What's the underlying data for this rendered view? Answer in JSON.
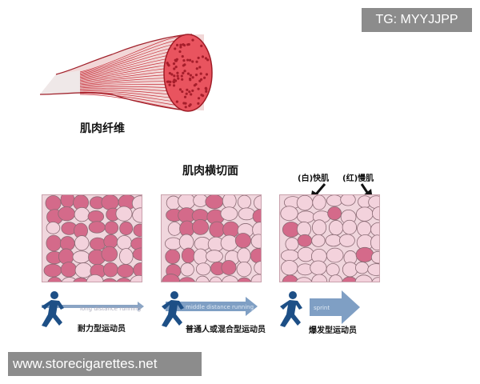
{
  "watermarks": {
    "top": "TG: MYYJJPP",
    "bottom": "www.storecigarettes.net"
  },
  "fiber": {
    "title": "肌肉纤维"
  },
  "cross_section": {
    "title": "肌肉横切面",
    "fast_label": "(白)快肌",
    "slow_label": "(红)慢肌"
  },
  "panels": [
    {
      "athlete": "耐力型运动员",
      "arrow_label": "long distance running",
      "slow_fraction": 0.7
    },
    {
      "athlete": "普通人或混合型运动员",
      "arrow_label": "middle distance running",
      "slow_fraction": 0.5
    },
    {
      "athlete": "爆发型运动员",
      "arrow_label": "sprint",
      "slow_fraction": 0.2
    }
  ],
  "colors": {
    "slow": "#d46a8a",
    "fast": "#f3d2dc",
    "muscle": "#e0525f",
    "runner": "#1d4f86",
    "arrow": "#7f9fc4"
  }
}
